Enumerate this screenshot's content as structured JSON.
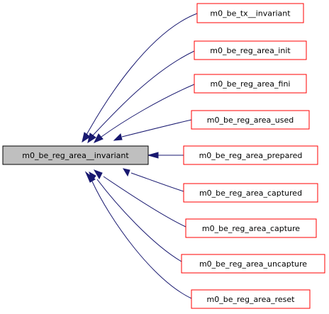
{
  "graph": {
    "colors": {
      "edge": "#191970",
      "target_fill": "#bfbfbf",
      "target_border": "#000000",
      "caller_border": "#ff0000",
      "caller_fill": "#ffffff"
    },
    "target": {
      "label": "m0_be_reg_area__invariant"
    },
    "callers": [
      {
        "label": "m0_be_tx__invariant"
      },
      {
        "label": "m0_be_reg_area_init"
      },
      {
        "label": "m0_be_reg_area_fini"
      },
      {
        "label": "m0_be_reg_area_used"
      },
      {
        "label": "m0_be_reg_area_prepared"
      },
      {
        "label": "m0_be_reg_area_captured"
      },
      {
        "label": "m0_be_reg_area_capture"
      },
      {
        "label": "m0_be_reg_area_uncapture"
      },
      {
        "label": "m0_be_reg_area_reset"
      }
    ]
  }
}
